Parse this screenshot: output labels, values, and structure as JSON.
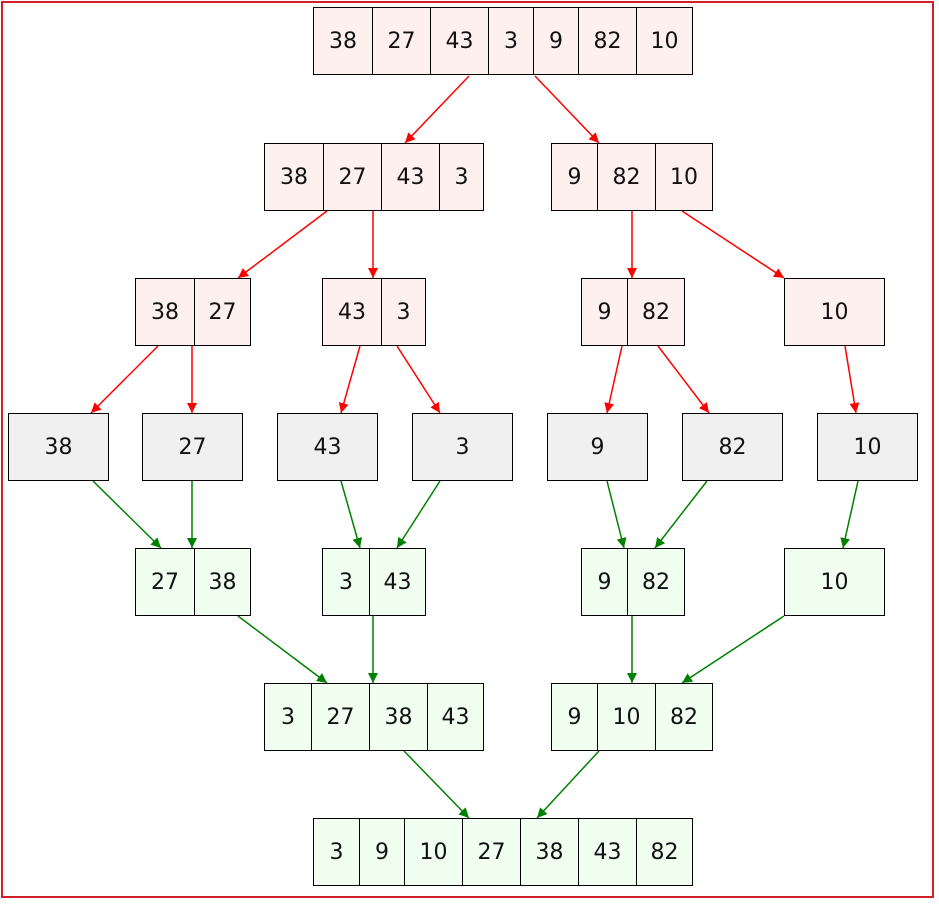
{
  "colors": {
    "split_fill": "#fff0f0",
    "leaf_fill": "#f0f0f0",
    "merge_fill": "#f0fff0",
    "split_edge": "#ff0000",
    "merge_edge": "#008000",
    "frame": "#d2202a"
  },
  "nodes": [
    {
      "id": "n0",
      "kind": "split",
      "values": [
        "38",
        "27",
        "43",
        "3",
        "9",
        "82",
        "10"
      ]
    },
    {
      "id": "n1",
      "kind": "split",
      "values": [
        "38",
        "27",
        "43",
        "3"
      ]
    },
    {
      "id": "n2",
      "kind": "split",
      "values": [
        "9",
        "82",
        "10"
      ]
    },
    {
      "id": "n3",
      "kind": "split",
      "values": [
        "38",
        "27"
      ]
    },
    {
      "id": "n4",
      "kind": "split",
      "values": [
        "43",
        "3"
      ]
    },
    {
      "id": "n5",
      "kind": "split",
      "values": [
        "9",
        "82"
      ]
    },
    {
      "id": "n6",
      "kind": "split",
      "values": [
        "10"
      ]
    },
    {
      "id": "n7",
      "kind": "leaf",
      "values": [
        "38"
      ]
    },
    {
      "id": "n8",
      "kind": "leaf",
      "values": [
        "27"
      ]
    },
    {
      "id": "n9",
      "kind": "leaf",
      "values": [
        "43"
      ]
    },
    {
      "id": "n10",
      "kind": "leaf",
      "values": [
        "3"
      ]
    },
    {
      "id": "n11",
      "kind": "leaf",
      "values": [
        "9"
      ]
    },
    {
      "id": "n12",
      "kind": "leaf",
      "values": [
        "82"
      ]
    },
    {
      "id": "n13",
      "kind": "leaf",
      "values": [
        "10"
      ]
    },
    {
      "id": "n14",
      "kind": "merge",
      "values": [
        "27",
        "38"
      ]
    },
    {
      "id": "n15",
      "kind": "merge",
      "values": [
        "3",
        "43"
      ]
    },
    {
      "id": "n16",
      "kind": "merge",
      "values": [
        "9",
        "82"
      ]
    },
    {
      "id": "n17",
      "kind": "merge",
      "values": [
        "10"
      ]
    },
    {
      "id": "n18",
      "kind": "merge",
      "values": [
        "3",
        "27",
        "38",
        "43"
      ]
    },
    {
      "id": "n19",
      "kind": "merge",
      "values": [
        "9",
        "10",
        "82"
      ]
    },
    {
      "id": "n20",
      "kind": "merge",
      "values": [
        "3",
        "9",
        "10",
        "27",
        "38",
        "43",
        "82"
      ]
    }
  ],
  "edges": [
    {
      "from": "n0",
      "to": "n1",
      "kind": "split"
    },
    {
      "from": "n0",
      "to": "n2",
      "kind": "split"
    },
    {
      "from": "n1",
      "to": "n3",
      "kind": "split"
    },
    {
      "from": "n1",
      "to": "n4",
      "kind": "split"
    },
    {
      "from": "n2",
      "to": "n5",
      "kind": "split"
    },
    {
      "from": "n2",
      "to": "n6",
      "kind": "split"
    },
    {
      "from": "n3",
      "to": "n7",
      "kind": "split"
    },
    {
      "from": "n3",
      "to": "n8",
      "kind": "split"
    },
    {
      "from": "n4",
      "to": "n9",
      "kind": "split"
    },
    {
      "from": "n4",
      "to": "n10",
      "kind": "split"
    },
    {
      "from": "n5",
      "to": "n11",
      "kind": "split"
    },
    {
      "from": "n5",
      "to": "n12",
      "kind": "split"
    },
    {
      "from": "n6",
      "to": "n13",
      "kind": "split"
    },
    {
      "from": "n7",
      "to": "n14",
      "kind": "merge"
    },
    {
      "from": "n8",
      "to": "n14",
      "kind": "merge"
    },
    {
      "from": "n9",
      "to": "n15",
      "kind": "merge"
    },
    {
      "from": "n10",
      "to": "n15",
      "kind": "merge"
    },
    {
      "from": "n11",
      "to": "n16",
      "kind": "merge"
    },
    {
      "from": "n12",
      "to": "n16",
      "kind": "merge"
    },
    {
      "from": "n13",
      "to": "n17",
      "kind": "merge"
    },
    {
      "from": "n14",
      "to": "n18",
      "kind": "merge"
    },
    {
      "from": "n15",
      "to": "n18",
      "kind": "merge"
    },
    {
      "from": "n16",
      "to": "n19",
      "kind": "merge"
    },
    {
      "from": "n17",
      "to": "n19",
      "kind": "merge"
    },
    {
      "from": "n18",
      "to": "n20",
      "kind": "merge"
    },
    {
      "from": "n19",
      "to": "n20",
      "kind": "merge"
    }
  ]
}
